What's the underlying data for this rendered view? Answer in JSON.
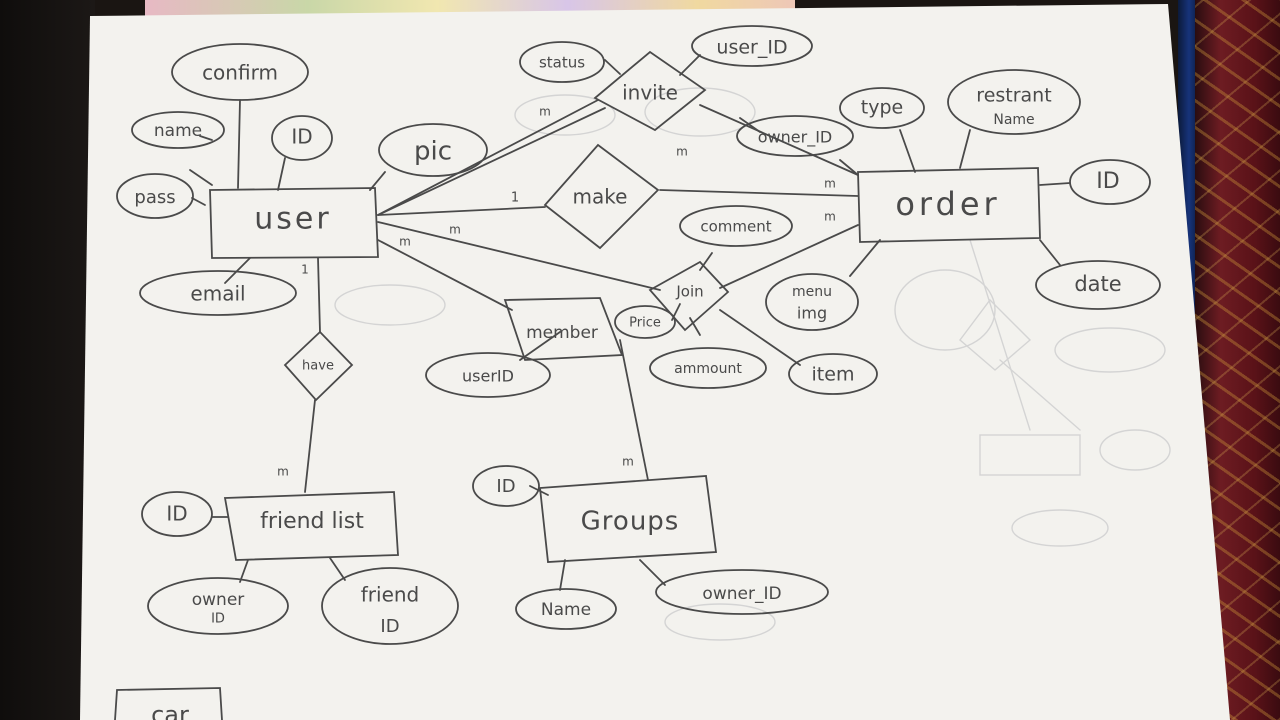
{
  "entities": {
    "user": "user",
    "order": "order",
    "friend_list": "friend list",
    "groups": "Groups",
    "partial_bottom": "car"
  },
  "relationships": {
    "invite": "invite",
    "make": "make",
    "join": "Join",
    "member": "member",
    "have": "have"
  },
  "attributes": {
    "user_confirm": "confirm",
    "user_name": "name",
    "user_id": "ID",
    "user_pass": "pass",
    "user_email": "email",
    "user_pic": "pic",
    "invite_status": "status",
    "invite_user_id": "user_ID",
    "invite_owner_id": "owner_ID",
    "order_type": "type",
    "order_restrant_line1": "restrant",
    "order_restrant_line2": "Name",
    "order_id": "ID",
    "order_date": "date",
    "order_menu_line1": "menu",
    "order_menu_line2": "img",
    "join_comment": "comment",
    "join_price": "Price",
    "join_ammount": "ammount",
    "join_item": "item",
    "member_user_id": "userID",
    "friend_list_id": "ID",
    "friend_list_owner_line1": "owner",
    "friend_list_owner_line2": "ID",
    "friend_list_friend_line1": "friend",
    "friend_list_friend_line2": "ID",
    "groups_id": "ID",
    "groups_name": "Name",
    "groups_owner_id": "owner_ID"
  },
  "cardinalities": {
    "user_invite": "m",
    "user_make": "1",
    "user_join": "m",
    "user_member": "m",
    "invite_order": "m",
    "make_order": "m",
    "join_order": "m",
    "user_have": "1",
    "have_friend_list": "m",
    "member_groups": "m"
  },
  "colors": {
    "paper": "#f3f2ee",
    "pencil": "#4a4a4a",
    "faint": "#cfcfcf"
  }
}
